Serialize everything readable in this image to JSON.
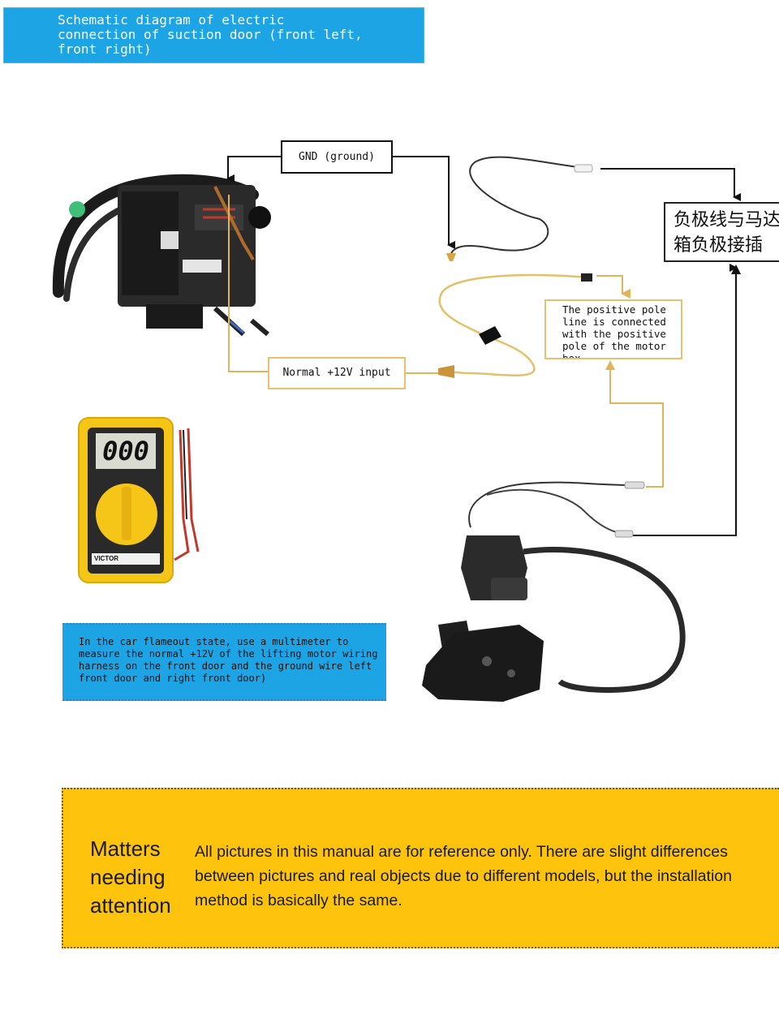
{
  "title": "Schematic diagram of electric\nconnection of suction door (front left,\nfront right)",
  "labels": {
    "gnd": "GND (ground)",
    "positive": "The positive pole line is connected with the positive pole of the motor box",
    "normal_12v": "Normal +12V input",
    "negative_cn": "负极线与马达\n箱负极接插"
  },
  "multimeter": {
    "display": "000",
    "brand": "VICTOR"
  },
  "note": "In the car flameout state, use a multimeter to measure the normal +12V of the lifting motor wiring harness on the front door and the ground wire left front door and right front door)",
  "attention": {
    "title": "Matters needing attention",
    "body": "All pictures in this manual are for reference only. There are slight differences between pictures and real objects due to different models, but the installation method is basically the same."
  },
  "colors": {
    "banner_blue": "#1da4e4",
    "wire_gold": "#e8c06f",
    "attention_yellow": "#fdc30d"
  }
}
